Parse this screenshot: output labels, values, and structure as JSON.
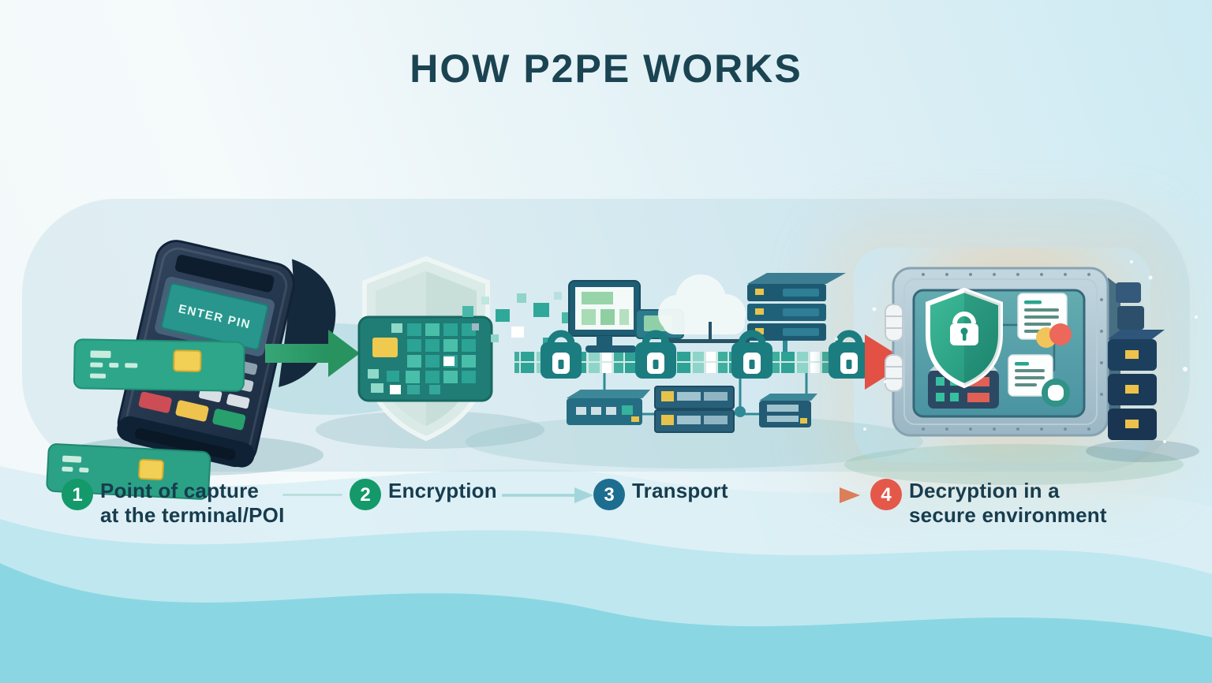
{
  "title": "HOW P2PE WORKS",
  "terminal": {
    "screen_text": "ENTER PIN"
  },
  "steps": [
    {
      "number": "1",
      "line1": "Point of capture",
      "line2": "at the terminal/POI",
      "badge_color": "#14996a"
    },
    {
      "number": "2",
      "line1": "Encryption",
      "line2": "",
      "badge_color": "#14996a"
    },
    {
      "number": "3",
      "line1": "Transport",
      "line2": "",
      "badge_color": "#1d6d90"
    },
    {
      "number": "4",
      "line1": "Decryption in a",
      "line2": "secure environment",
      "badge_color": "#e4584a"
    }
  ],
  "colors": {
    "title_text": "#1b4452",
    "step_text": "#173c4e",
    "step_green": "#14996a",
    "step_blue": "#1d6d90",
    "step_red": "#e4584a",
    "capture_arrow": "#2e9f6e",
    "decrypt_arrow": "#e25144",
    "connector_teal": "#a2d6da",
    "connector_orange": "#dc7e58",
    "stream_teal": "#2fa296",
    "lock_teal": "#1b7d80",
    "vault_frame": "#a9c1cd",
    "vault_panel": "#55a0aa",
    "shield_green": "#2fae8f",
    "card_green": "#2da68a",
    "chip_yellow": "#f2cf55",
    "wave_cyan": "#8ad7e3",
    "glow_orange": "#f6ba7e"
  },
  "icons": {
    "flow": [
      "pos-terminal-icon",
      "payment-card-icon",
      "shield-icon",
      "encrypted-card-icon",
      "padlock-icon",
      "monitor-icon",
      "cloud-icon",
      "server-stack-icon",
      "router-icon",
      "rack-server-icon",
      "network-box-icon",
      "vault-icon",
      "vault-shield-lock-icon",
      "document-icon",
      "database-stack-icon"
    ]
  }
}
